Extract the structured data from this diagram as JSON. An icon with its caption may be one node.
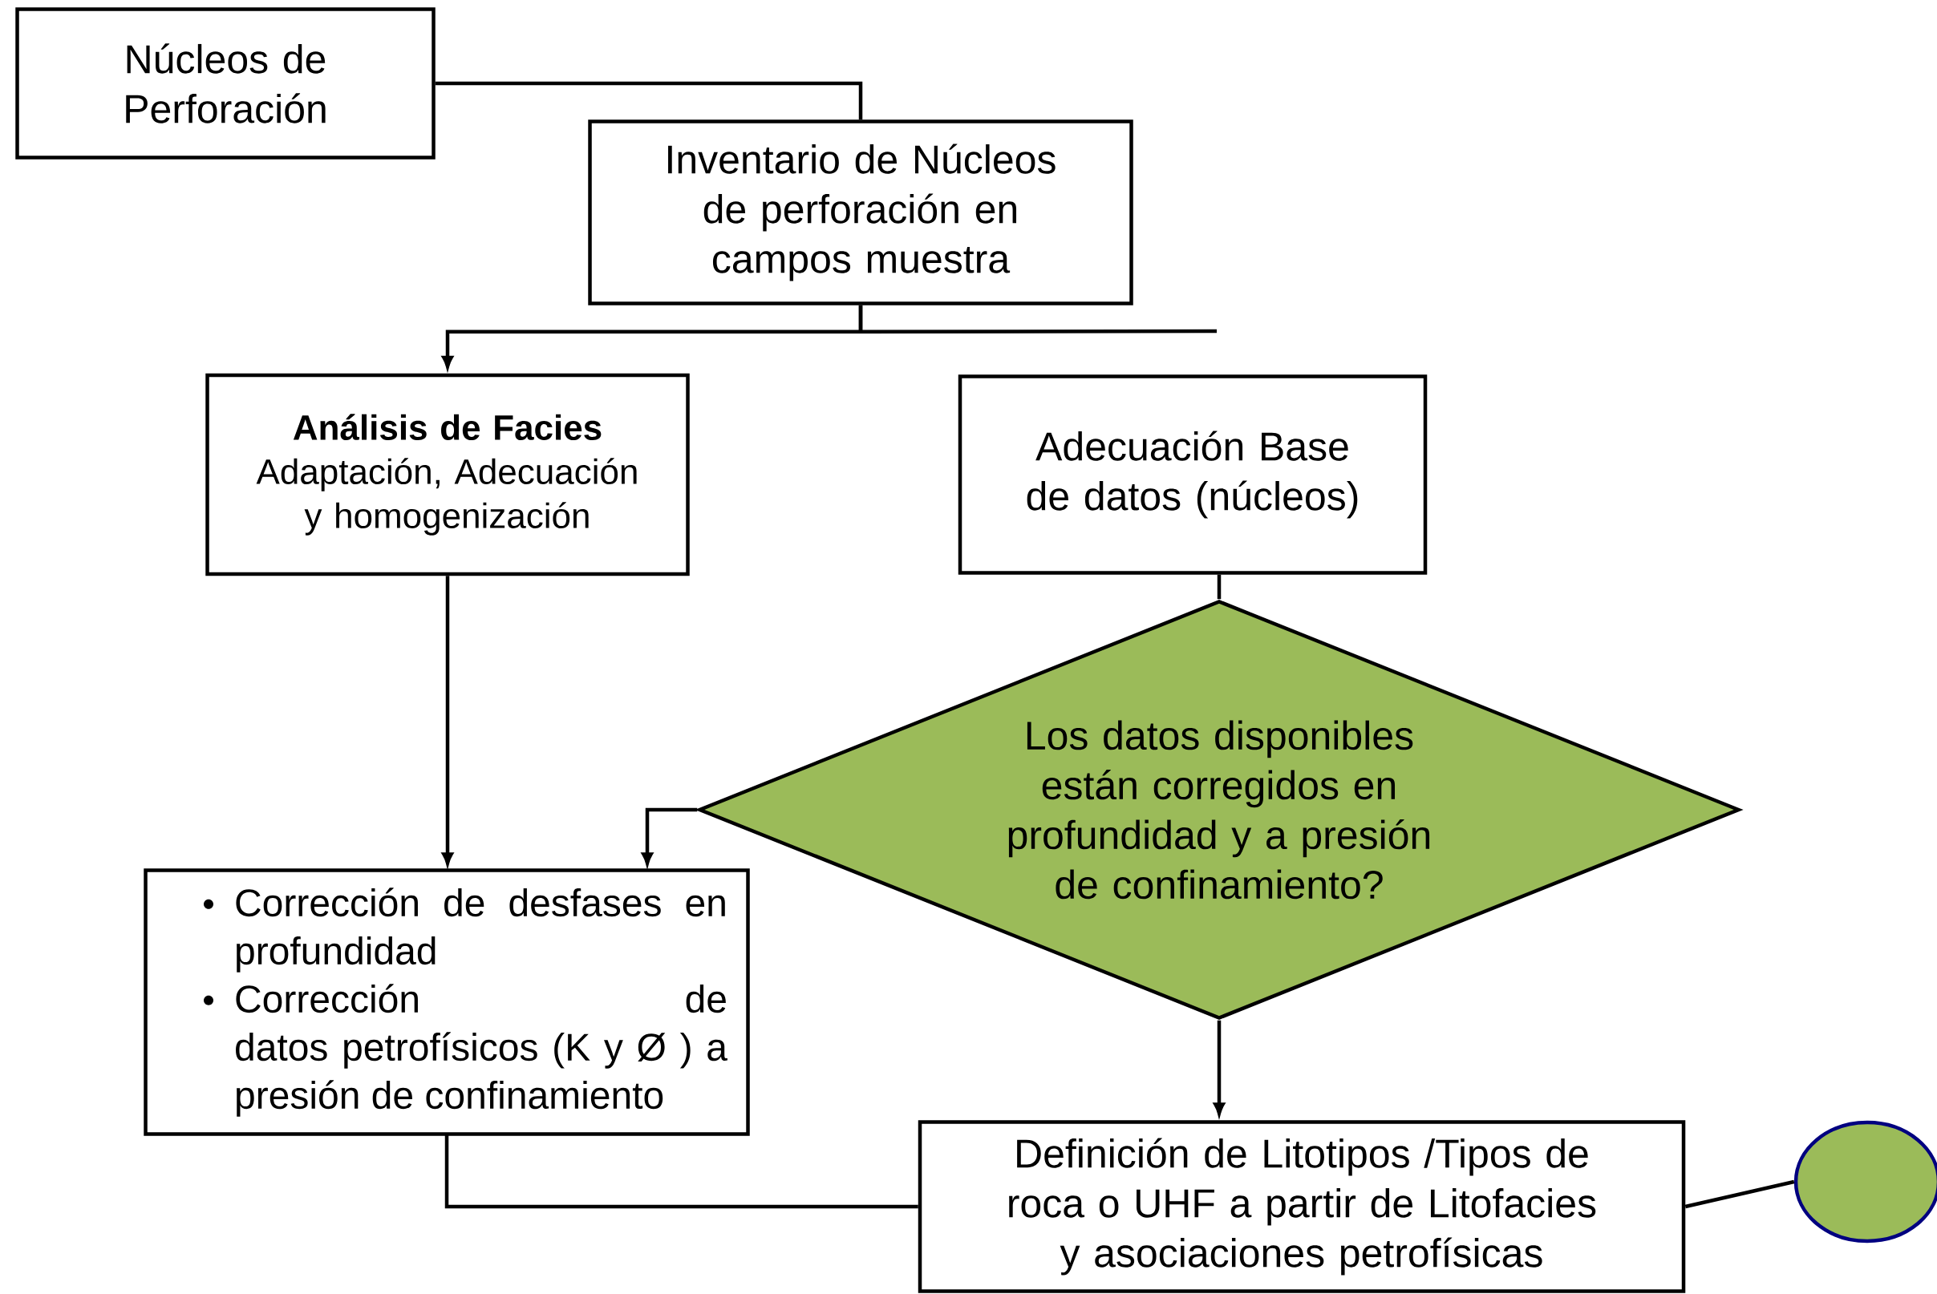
{
  "diagram": {
    "nodes": [
      {
        "text": [
          "Núcleos de Perforación"
        ]
      },
      {
        "text": [
          "Inventario de Núcleos de perforación en campos muestra"
        ]
      },
      {
        "text": [
          "Análisis de Facies",
          "Adaptación, Adecuación y homogenización"
        ]
      },
      {
        "text": [
          "Adecuación Base de datos (núcleos)"
        ]
      },
      {
        "text": [
          "Los datos disponibles están corregidos en profundidad y a presión de confinamiento?"
        ]
      },
      {
        "text": [
          "Corrección de desfases en profundidad",
          "Corrección de datos petrofísicos (K y Ø ) a presión de confinamiento"
        ]
      },
      {
        "text": [
          "Definición de Litotipos /Tipos de roca o UHF a partir de Litofacies y asociaciones petrofísicas"
        ]
      },
      {
        "text": [],
        "shape": "circle"
      }
    ],
    "edges": [
      {
        "from": 0,
        "to": 1,
        "arrow": "none"
      },
      {
        "from": 1,
        "to": 2,
        "arrow": "to"
      },
      {
        "from": 1,
        "to": null,
        "arrow": "none"
      },
      {
        "from": 2,
        "to": 5,
        "arrow": "to"
      },
      {
        "from": 3,
        "to": 4,
        "arrow": "none"
      },
      {
        "from": 4,
        "to": 5,
        "arrow": "to"
      },
      {
        "from": 4,
        "to": 6,
        "arrow": "to"
      },
      {
        "from": 5,
        "to": 6,
        "arrow": "none"
      },
      {
        "from": 6,
        "to": 7,
        "arrow": "none"
      }
    ]
  }
}
